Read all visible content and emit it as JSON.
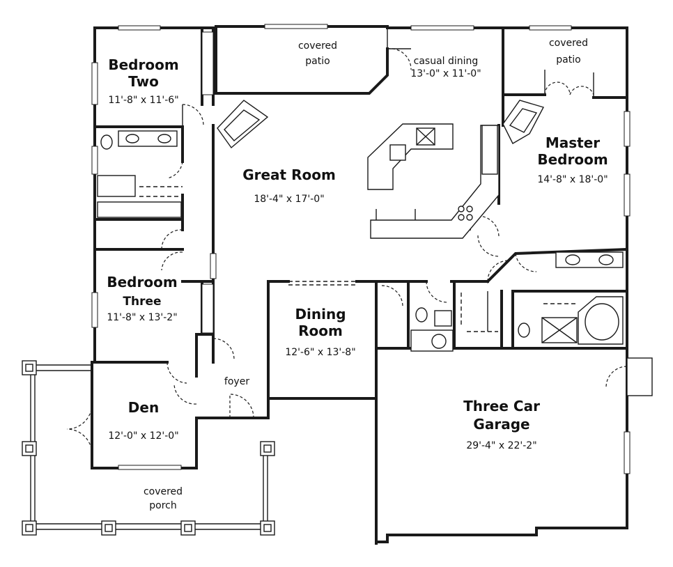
{
  "rooms": {
    "bedroom_two": {
      "name_line1": "Bedroom",
      "name_line2": "Two",
      "dims": "11'-8\" x 11'-6\""
    },
    "covered_patio_left": {
      "line1": "covered",
      "line2": "patio"
    },
    "casual_dining": {
      "name": "casual dining",
      "dims": "13'-0\" x 11'-0\""
    },
    "covered_patio_right": {
      "line1": "covered",
      "line2": "patio"
    },
    "great_room": {
      "name": "Great Room",
      "dims": "18'-4\" x 17'-0\""
    },
    "master_bedroom": {
      "name_line1": "Master",
      "name_line2": "Bedroom",
      "dims": "14'-8\" x 18'-0\""
    },
    "bedroom_three": {
      "name_line1": "Bedroom",
      "name_line2": "Three",
      "dims": "11'-8\" x 13'-2\""
    },
    "dining_room": {
      "name_line1": "Dining",
      "name_line2": "Room",
      "dims": "12'-6\" x 13'-8\""
    },
    "foyer": {
      "name": "foyer"
    },
    "den": {
      "name": "Den",
      "dims": "12'-0\" x 12'-0\""
    },
    "garage": {
      "name_line1": "Three Car",
      "name_line2": "Garage",
      "dims": "29'-4\" x 22'-2\""
    },
    "covered_porch": {
      "line1": "covered",
      "line2": "porch"
    }
  }
}
